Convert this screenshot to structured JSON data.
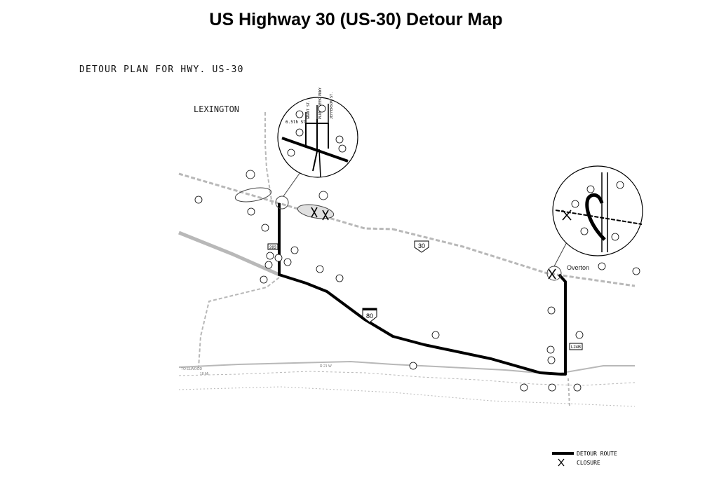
{
  "title": "US Highway 30 (US-30) Detour Map",
  "plan_title": "DETOUR PLAN FOR HWY. US-30",
  "places": {
    "lexington": "LEXINGTON",
    "overton": "Overton"
  },
  "shields": {
    "us30": "30",
    "i80": "80",
    "l24b": "L24B",
    "hwy283": "283"
  },
  "inset_left": {
    "street": "6.5th St.",
    "vert1": "GRANT ST.",
    "vert2": "PLUM CREEK PKWY",
    "vert3": "JEFFERSON ST."
  },
  "bottom_labels": {
    "left1": "TO ELWOOD",
    "left2": "18 Mi.",
    "mid": "R 21 W"
  },
  "legend": {
    "detour_route": "DETOUR ROUTE",
    "closure": "CLOSURE"
  },
  "colors": {
    "detour": "#000000",
    "roads": "#b8b8b8"
  }
}
